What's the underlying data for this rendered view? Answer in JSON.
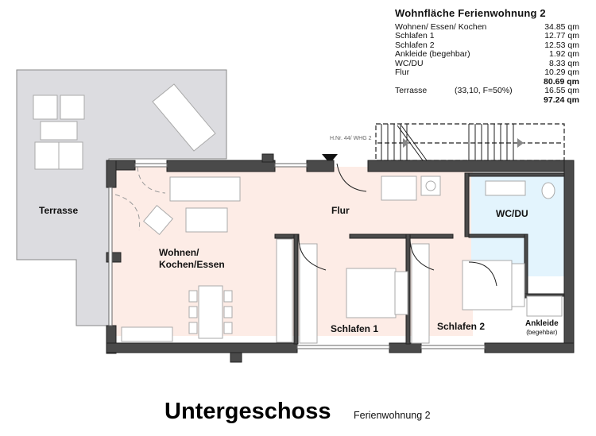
{
  "area_table": {
    "title": "Wohnfläche Ferienwohnung 2",
    "rows": [
      {
        "label": "Wohnen/ Essen/ Kochen",
        "note": "",
        "value": "34.85 qm"
      },
      {
        "label": "Schlafen 1",
        "note": "",
        "value": "12.77 qm"
      },
      {
        "label": "Schlafen 2",
        "note": "",
        "value": "12.53 qm"
      },
      {
        "label": "Ankleide (begehbar)",
        "note": "",
        "value": "1.92 qm"
      },
      {
        "label": "WC/DU",
        "note": "",
        "value": "8.33 qm"
      },
      {
        "label": "Flur",
        "note": "",
        "value": "10.29 qm"
      }
    ],
    "subtotal": "80.69 qm",
    "terrace": {
      "label": "Terrasse",
      "note": "(33,10, F=50%)",
      "value": "16.55 qm"
    },
    "total": "97.24 qm"
  },
  "plan": {
    "entrance_label": "H.Nr. 44/ WHG 2",
    "rooms": {
      "terrace": "Terrasse",
      "hallway": "Flur",
      "bathroom": "WC/DU",
      "living_line1": "Wohnen/",
      "living_line2": "Kochen/Essen",
      "bedroom1": "Schlafen 1",
      "bedroom2": "Schlafen 2",
      "closet": "Ankleide",
      "closet_note": "(begehbar)"
    },
    "colors": {
      "terrace_fill": "#dcdce0",
      "room_fill": "#fdece6",
      "bath_fill": "#e3f4fd",
      "wall": "#4a4a4a",
      "wall_outline": "#222222"
    }
  },
  "footer": {
    "title": "Untergeschoss",
    "subtitle": "Ferienwohnung 2"
  }
}
